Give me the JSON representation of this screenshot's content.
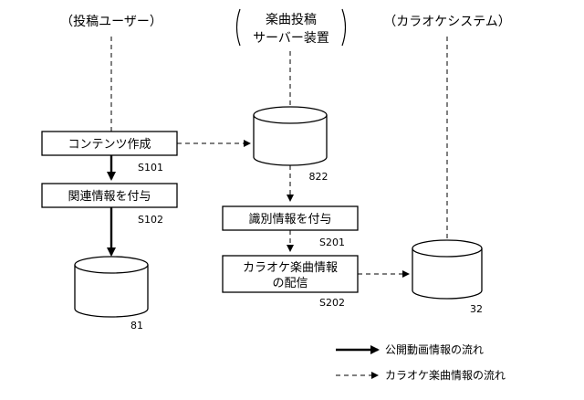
{
  "lanes": {
    "user": {
      "label": "（投稿ユーザー）"
    },
    "server": {
      "label_line1": "楽曲投稿",
      "label_line2": "サーバー装置"
    },
    "karaoke": {
      "label": "（カラオケシステム）"
    }
  },
  "steps": {
    "s101": {
      "label": "コンテンツ作成",
      "id": "S101"
    },
    "s102": {
      "label": "関連情報を付与",
      "id": "S102"
    },
    "s201": {
      "label": "識別情報を付与",
      "id": "S201"
    },
    "s202": {
      "label_line1": "カラオケ楽曲情報",
      "label_line2": "の配信",
      "id": "S202"
    }
  },
  "databases": {
    "db81": {
      "label": "81"
    },
    "db822": {
      "label": "822"
    },
    "db32": {
      "label": "32"
    }
  },
  "legend": {
    "solid": {
      "label": "公開動画情報の流れ"
    },
    "dashed": {
      "label": "カラオケ楽曲情報の流れ"
    }
  }
}
